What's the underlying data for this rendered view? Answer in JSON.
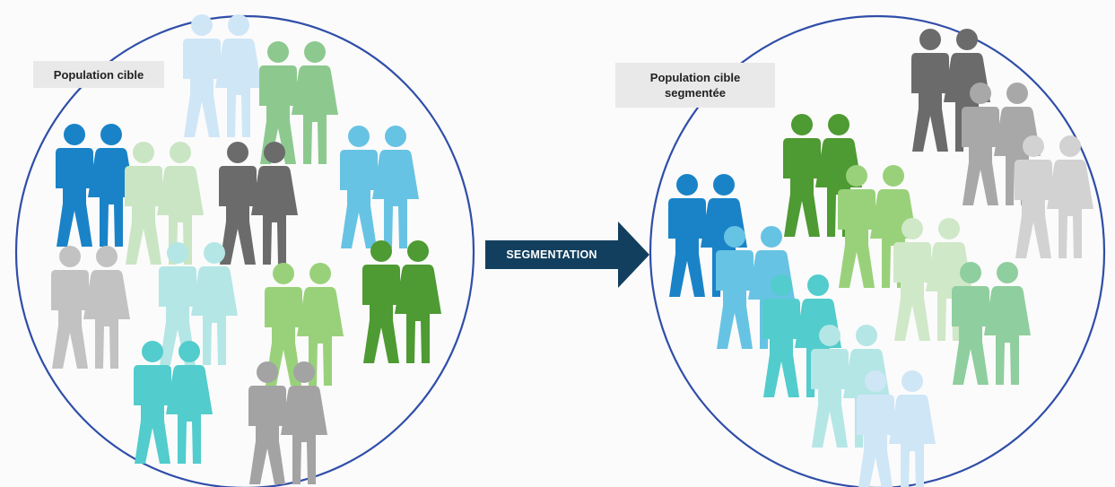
{
  "left_panel": {
    "label": "Population cible",
    "couples": [
      {
        "color": "#cfe6f6"
      },
      {
        "color": "#8dc98f"
      },
      {
        "color": "#1a83c8"
      },
      {
        "color": "#c9e5c3"
      },
      {
        "color": "#6b6b6b"
      },
      {
        "color": "#67c3e3"
      },
      {
        "color": "#c2c2c2"
      },
      {
        "color": "#b4e6e6"
      },
      {
        "color": "#99d17a"
      },
      {
        "color": "#4e9a33"
      },
      {
        "color": "#52cccc"
      },
      {
        "color": "#a3a3a3"
      }
    ]
  },
  "arrow": {
    "label": "SEGMENTATION",
    "color": "#123f5e"
  },
  "right_panel": {
    "label_line1": "Population cible",
    "label_line2": "segmentée",
    "couples": [
      {
        "color": "#6b6b6b"
      },
      {
        "color": "#a8a8a8"
      },
      {
        "color": "#d2d2d2"
      },
      {
        "color": "#4e9a33"
      },
      {
        "color": "#99d17a"
      },
      {
        "color": "#cfe8c8"
      },
      {
        "color": "#8fce9e"
      },
      {
        "color": "#1a83c8"
      },
      {
        "color": "#67c3e3"
      },
      {
        "color": "#52cccc"
      },
      {
        "color": "#b4e6e6"
      },
      {
        "color": "#cfe6f6"
      }
    ]
  },
  "circle_color": "#2f4ea8"
}
